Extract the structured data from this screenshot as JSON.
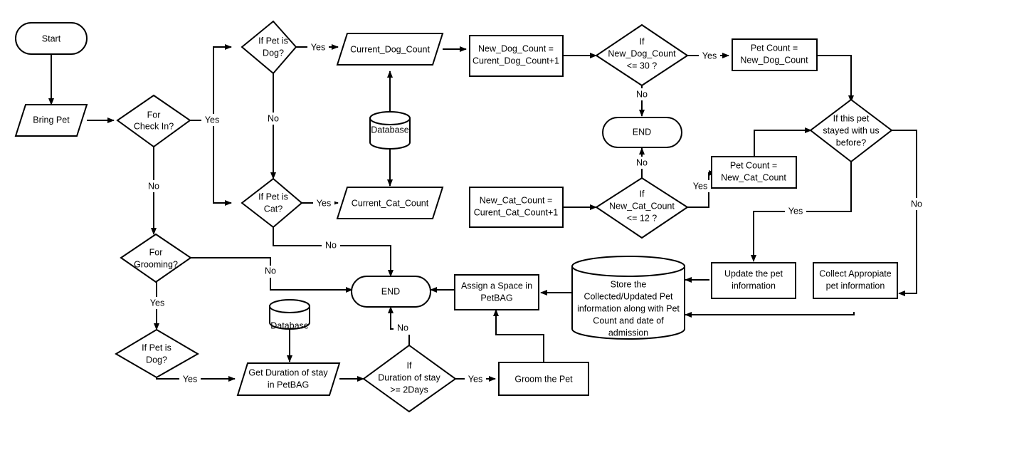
{
  "diagram": {
    "title": "PetBAG Check-In and Grooming Flowchart",
    "type": "flowchart",
    "background": "#ffffff",
    "stroke": "#000000",
    "fill": "#ffffff"
  },
  "nodes": {
    "start": "Start",
    "bring_pet": "Bring Pet",
    "for_check_in": "For\nCheck In?",
    "if_pet_dog_top": "If Pet is\nDog?",
    "if_pet_cat": "If Pet is\nCat?",
    "current_dog_count": "Current_Dog_Count",
    "current_cat_count": "Current_Cat_Count",
    "database_top": "Database",
    "new_dog_count_calc": "New_Dog_Count =\nCurent_Dog_Count+1",
    "new_cat_count_calc": "New_Cat_Count =\nCurent_Cat_Count+1",
    "if_new_dog_count": "If\nNew_Dog_Count\n<= 30 ?",
    "if_new_cat_count": "If\nNew_Cat_Count\n<= 12 ?",
    "end_top": "END",
    "pet_count_dog": "Pet Count =\nNew_Dog_Count",
    "pet_count_cat": "Pet Count =\nNew_Cat_Count",
    "if_stayed_before": "If this pet\nstayed with us\nbefore?",
    "update_pet_info": "Update the pet\ninformation",
    "collect_pet_info": "Collect Appropiate\npet information",
    "store_info": "Store the\nCollected/Updated Pet\ninformation along with Pet\nCount and date of\nadmission",
    "assign_space": "Assign a Space in\nPetBAG",
    "end_middle": "END",
    "for_grooming": "For\nGrooming?",
    "if_pet_dog_bottom": "If Pet is\nDog?",
    "database_bottom": "Database",
    "get_duration": "Get Duration of stay\nin PetBAG",
    "if_duration": "If\nDuration of stay\n>= 2Days",
    "groom_pet": "Groom the Pet"
  },
  "edge_labels": {
    "check_in_yes": "Yes",
    "check_in_no": "No",
    "dog_top_yes": "Yes",
    "dog_top_no": "No",
    "cat_yes": "Yes",
    "cat_no": "No",
    "new_dog_yes": "Yes",
    "new_dog_no": "No",
    "new_cat_yes": "Yes",
    "new_cat_no": "No",
    "stayed_yes": "Yes",
    "stayed_no": "No",
    "grooming_yes": "Yes",
    "grooming_no": "No",
    "dog_bottom_yes": "Yes",
    "duration_yes": "Yes",
    "duration_no": "No"
  }
}
